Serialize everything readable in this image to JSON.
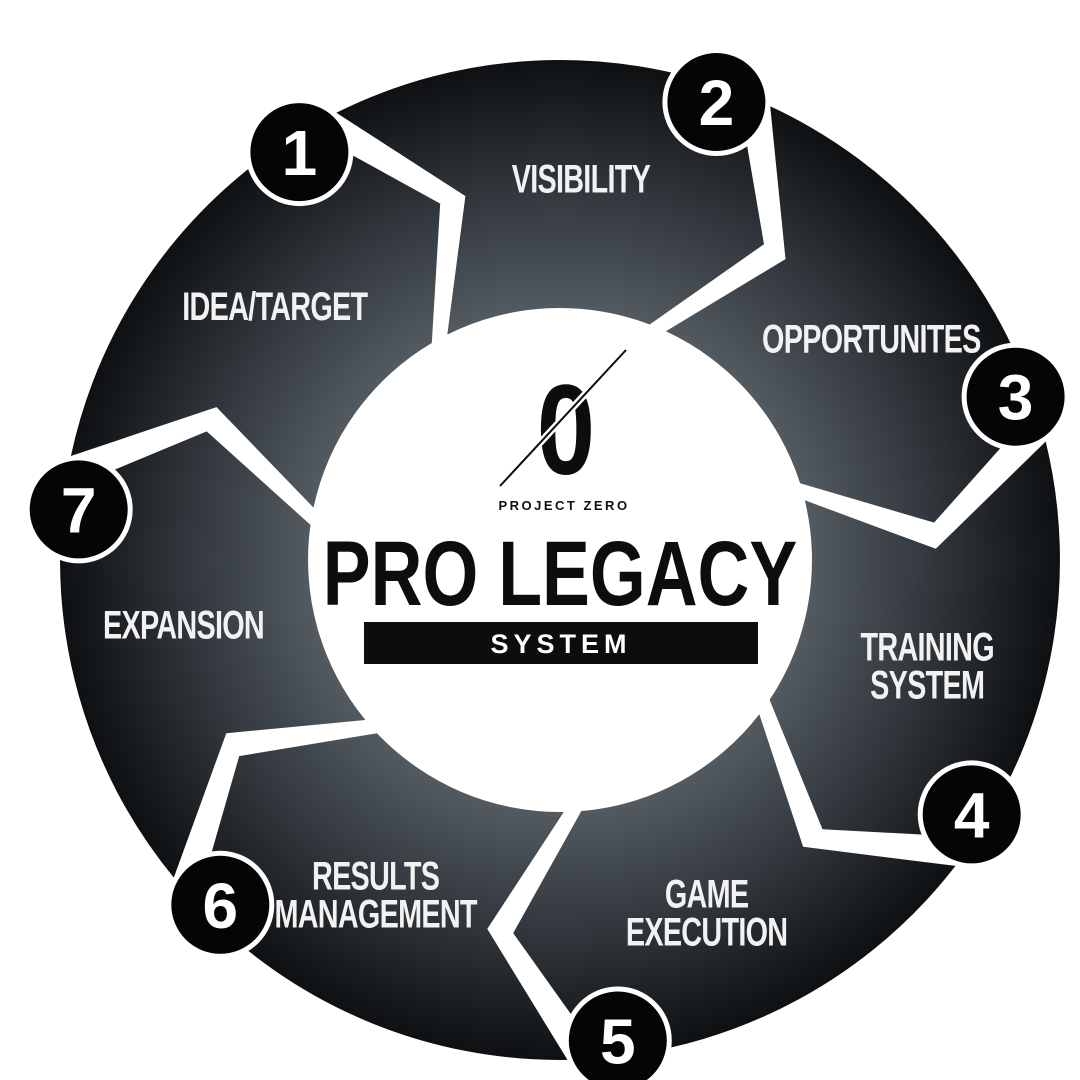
{
  "center": {
    "logo_glyph": "0",
    "brand": "PROJECT ZERO",
    "title": "PRO LEGACY",
    "subtitle": "SYSTEM"
  },
  "steps": [
    {
      "number": "1",
      "lines": [
        "IDEA/TARGET"
      ]
    },
    {
      "number": "2",
      "lines": [
        "VISIBILITY"
      ]
    },
    {
      "number": "3",
      "lines": [
        "OPPORTUNITES"
      ]
    },
    {
      "number": "4",
      "lines": [
        "TRAINING",
        "SYSTEM"
      ]
    },
    {
      "number": "5",
      "lines": [
        "GAME",
        "EXECUTION"
      ]
    },
    {
      "number": "6",
      "lines": [
        "RESULTS",
        "MANAGEMENT"
      ]
    },
    {
      "number": "7",
      "lines": [
        "EXPANSION"
      ]
    }
  ],
  "colors": {
    "segment_center": "#5a6268",
    "segment_edge": "#0e1012",
    "badge": "#050505",
    "badge_ring": "#ffffff",
    "label": "#f2f2f2",
    "brand_text": "#0d0d0d"
  }
}
